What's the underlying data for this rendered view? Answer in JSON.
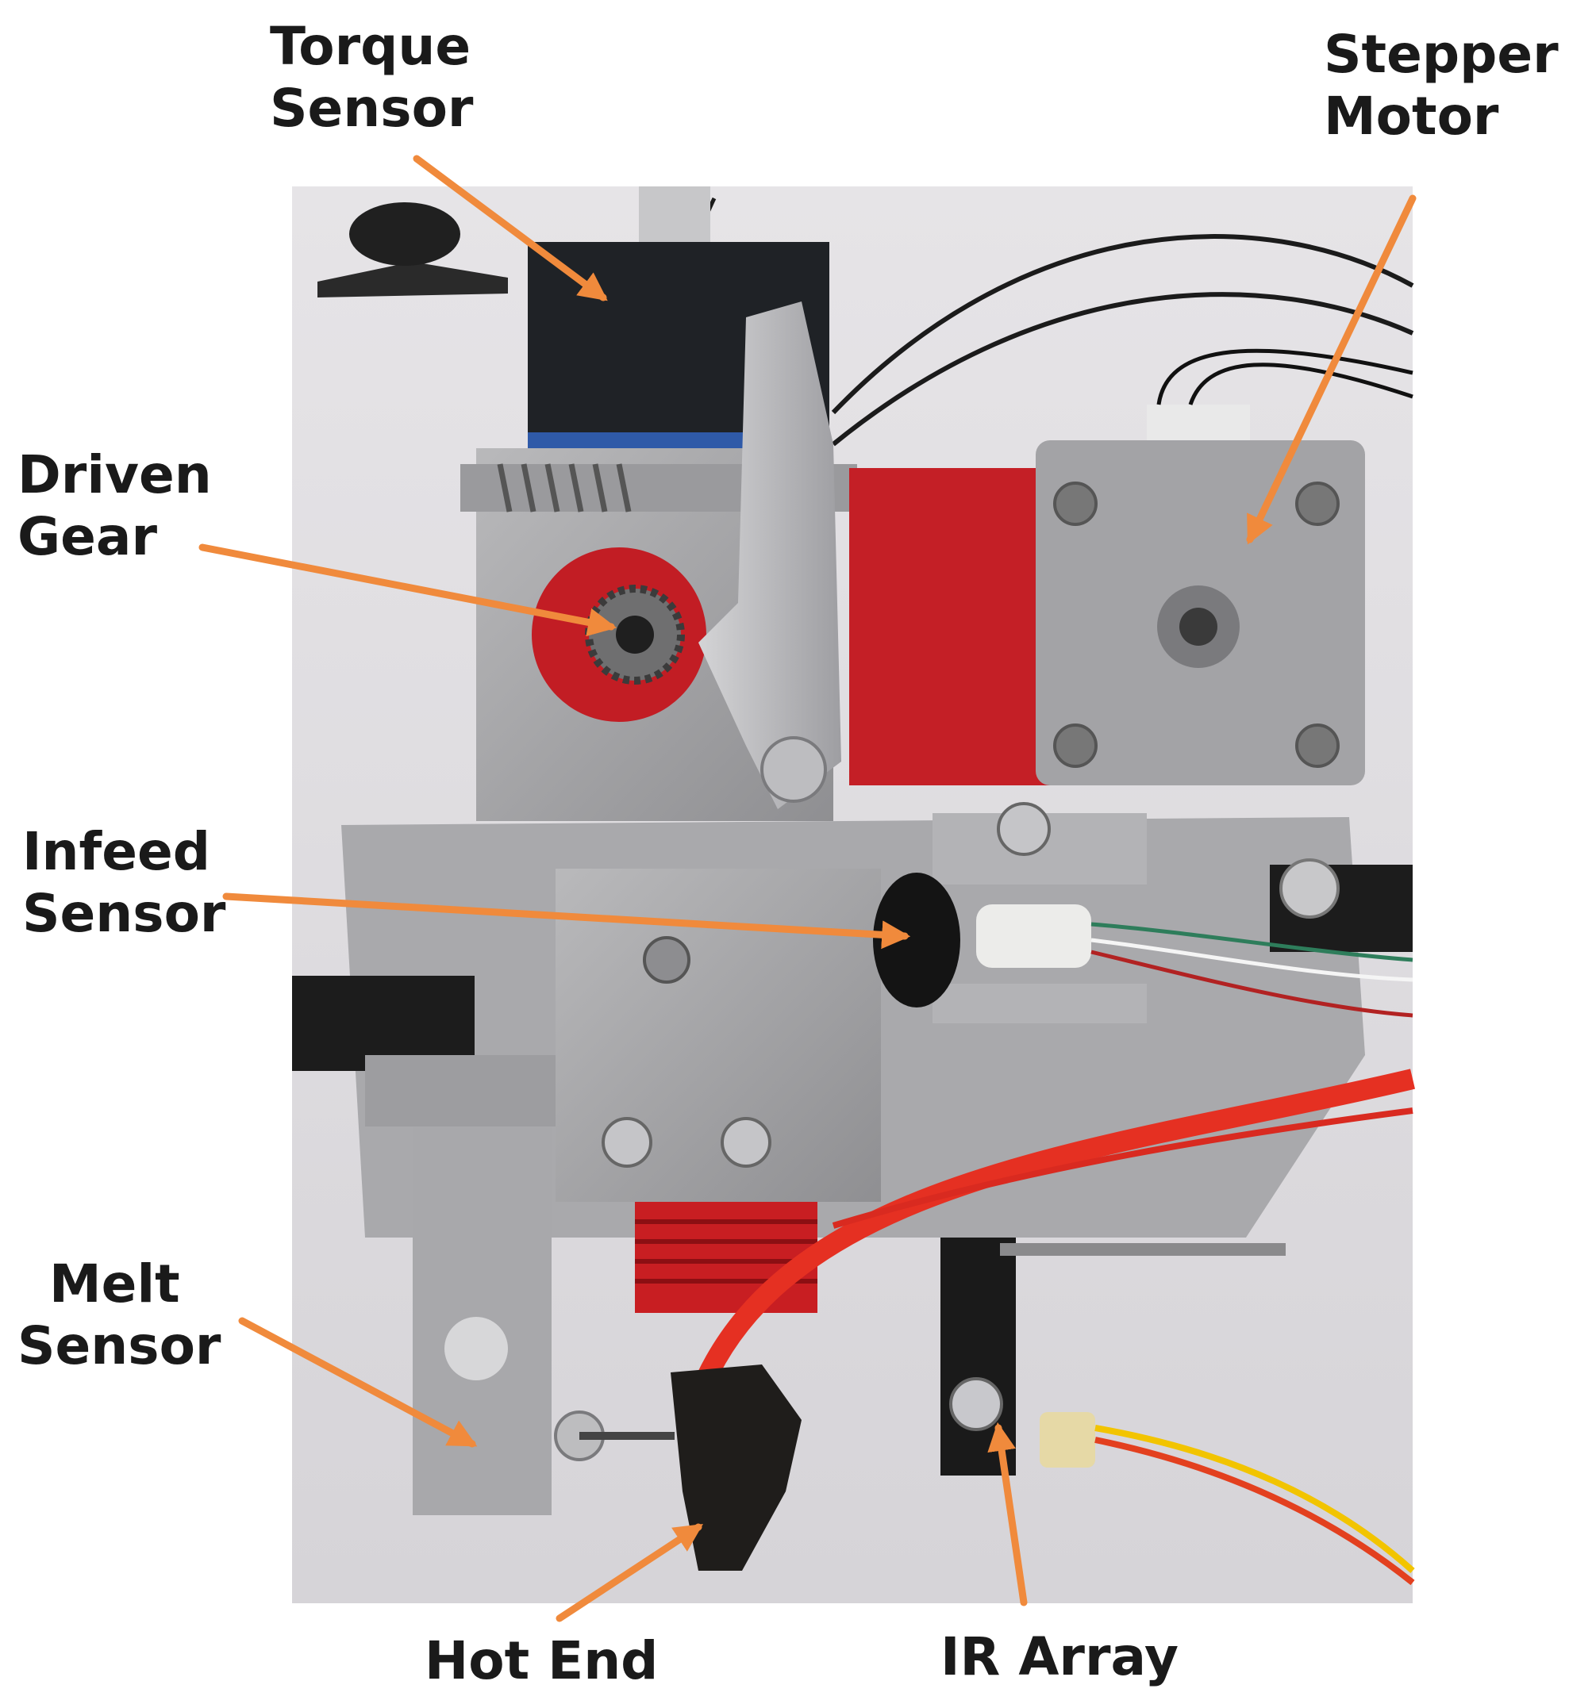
{
  "figure": {
    "background": "#ffffff",
    "arrow_color": "#f08a3c",
    "photo_subject": "extruder-assembly",
    "labels": [
      {
        "id": "torque-sensor",
        "lines": [
          "Torque",
          "Sensor"
        ]
      },
      {
        "id": "stepper-motor",
        "lines": [
          "Stepper",
          "Motor"
        ]
      },
      {
        "id": "driven-gear",
        "lines": [
          "Driven",
          "Gear"
        ]
      },
      {
        "id": "infeed-sensor",
        "lines": [
          "Infeed",
          "Sensor"
        ]
      },
      {
        "id": "melt-sensor",
        "lines": [
          "Melt",
          "Sensor"
        ]
      },
      {
        "id": "hot-end",
        "lines": [
          "Hot End"
        ]
      },
      {
        "id": "ir-array",
        "lines": [
          "IR Array"
        ]
      }
    ]
  }
}
